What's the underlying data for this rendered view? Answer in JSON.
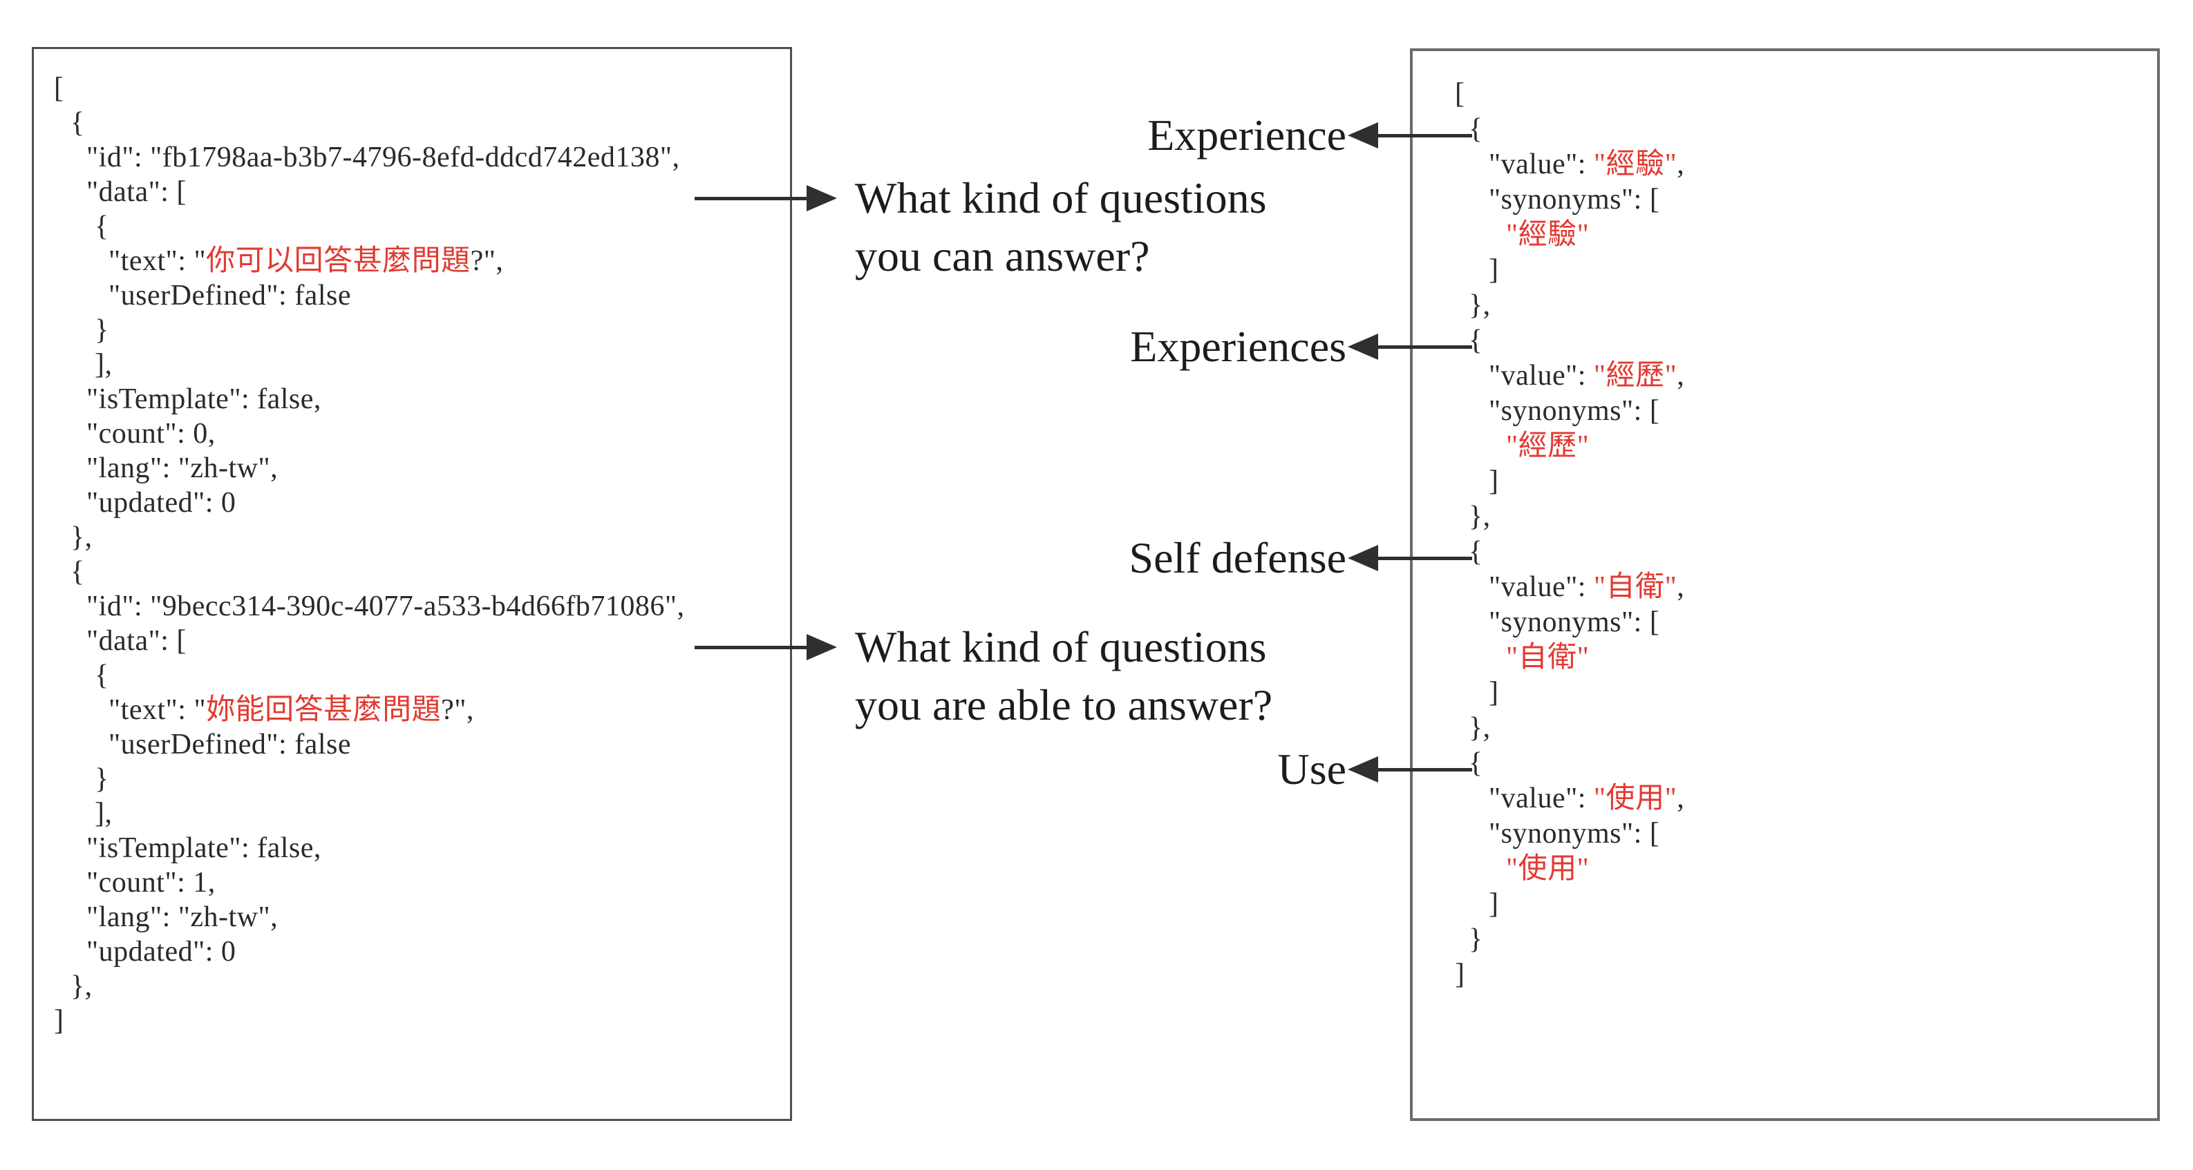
{
  "figure": {
    "description": "Two JSON code panels with English annotation arrows",
    "panels": [
      "chatbot-question-intents-json",
      "entity-synonyms-json"
    ]
  },
  "colors": {
    "red_text": "#e23a31",
    "code_text": "#2a2a2a",
    "label_text": "#1c1c1c",
    "arrow": "#2f2f2f",
    "border_left_box": "#4f4f4f",
    "border_right_box": "#6b6b6b"
  },
  "left_panel": {
    "lines": [
      {
        "level": 0,
        "parts": [
          {
            "t": "["
          }
        ]
      },
      {
        "level": 1,
        "parts": [
          {
            "t": "{"
          }
        ]
      },
      {
        "level": 2,
        "parts": [
          {
            "t": "\"id\": \"fb1798aa-b3b7-4796-8efd-ddcd742ed138\","
          }
        ]
      },
      {
        "level": 2,
        "parts": [
          {
            "t": "\"data\": ["
          }
        ]
      },
      {
        "level": 3,
        "parts": [
          {
            "t": "{"
          }
        ]
      },
      {
        "level": 4,
        "parts": [
          {
            "t": "\"text\": \""
          },
          {
            "t": "你可以回答甚麼問題",
            "red": true
          },
          {
            "t": "?\","
          }
        ]
      },
      {
        "level": 4,
        "parts": [
          {
            "t": "\"userDefined\": false"
          }
        ]
      },
      {
        "level": 3,
        "parts": [
          {
            "t": "}"
          }
        ]
      },
      {
        "level": 3,
        "parts": [
          {
            "t": "],"
          }
        ]
      },
      {
        "level": 2,
        "parts": [
          {
            "t": "\"isTemplate\": false,"
          }
        ]
      },
      {
        "level": 2,
        "parts": [
          {
            "t": "\"count\": 0,"
          }
        ]
      },
      {
        "level": 2,
        "parts": [
          {
            "t": "\"lang\": \"zh-tw\","
          }
        ]
      },
      {
        "level": 2,
        "parts": [
          {
            "t": "\"updated\": 0"
          }
        ]
      },
      {
        "level": 1,
        "parts": [
          {
            "t": "},"
          }
        ]
      },
      {
        "level": 1,
        "parts": [
          {
            "t": "{"
          }
        ]
      },
      {
        "level": 2,
        "parts": [
          {
            "t": "\"id\": \"9becc314-390c-4077-a533-b4d66fb71086\","
          }
        ]
      },
      {
        "level": 2,
        "parts": [
          {
            "t": "\"data\": ["
          }
        ]
      },
      {
        "level": 3,
        "parts": [
          {
            "t": "{"
          }
        ]
      },
      {
        "level": 4,
        "parts": [
          {
            "t": "\"text\": \""
          },
          {
            "t": "妳能回答甚麼問題",
            "red": true
          },
          {
            "t": "?\","
          }
        ]
      },
      {
        "level": 4,
        "parts": [
          {
            "t": "\"userDefined\": false"
          }
        ]
      },
      {
        "level": 3,
        "parts": [
          {
            "t": "}"
          }
        ]
      },
      {
        "level": 3,
        "parts": [
          {
            "t": "],"
          }
        ]
      },
      {
        "level": 2,
        "parts": [
          {
            "t": "\"isTemplate\": false,"
          }
        ]
      },
      {
        "level": 2,
        "parts": [
          {
            "t": "\"count\": 1,"
          }
        ]
      },
      {
        "level": 2,
        "parts": [
          {
            "t": "\"lang\": \"zh-tw\","
          }
        ]
      },
      {
        "level": 2,
        "parts": [
          {
            "t": "\"updated\": 0"
          }
        ]
      },
      {
        "level": 1,
        "parts": [
          {
            "t": "},"
          }
        ]
      },
      {
        "level": 0,
        "parts": [
          {
            "t": "]"
          }
        ]
      }
    ]
  },
  "right_panel": {
    "lines": [
      {
        "level": 0,
        "parts": [
          {
            "t": "["
          }
        ]
      },
      {
        "level": 1,
        "parts": [
          {
            "t": "{"
          }
        ]
      },
      {
        "level": 2,
        "parts": [
          {
            "t": "\"value\": "
          },
          {
            "t": "\"經驗\"",
            "red": true
          },
          {
            "t": ","
          }
        ]
      },
      {
        "level": 2,
        "parts": [
          {
            "t": "\"synonyms\": ["
          }
        ]
      },
      {
        "level": 3,
        "parts": [
          {
            "t": "\"經驗\"",
            "red": true
          }
        ]
      },
      {
        "level": 2,
        "parts": [
          {
            "t": "]"
          }
        ]
      },
      {
        "level": 1,
        "parts": [
          {
            "t": "},"
          }
        ]
      },
      {
        "level": 1,
        "parts": [
          {
            "t": "{"
          }
        ]
      },
      {
        "level": 2,
        "parts": [
          {
            "t": "\"value\": "
          },
          {
            "t": "\"經歷\"",
            "red": true
          },
          {
            "t": ","
          }
        ]
      },
      {
        "level": 2,
        "parts": [
          {
            "t": "\"synonyms\": ["
          }
        ]
      },
      {
        "level": 3,
        "parts": [
          {
            "t": "\"經歷\"",
            "red": true
          }
        ]
      },
      {
        "level": 2,
        "parts": [
          {
            "t": "]"
          }
        ]
      },
      {
        "level": 1,
        "parts": [
          {
            "t": "},"
          }
        ]
      },
      {
        "level": 1,
        "parts": [
          {
            "t": "{"
          }
        ]
      },
      {
        "level": 2,
        "parts": [
          {
            "t": "\"value\": "
          },
          {
            "t": "\"自衛\"",
            "red": true
          },
          {
            "t": ","
          }
        ]
      },
      {
        "level": 2,
        "parts": [
          {
            "t": "\"synonyms\": ["
          }
        ]
      },
      {
        "level": 3,
        "parts": [
          {
            "t": "\"自衛\"",
            "red": true
          }
        ]
      },
      {
        "level": 2,
        "parts": [
          {
            "t": "]"
          }
        ]
      },
      {
        "level": 1,
        "parts": [
          {
            "t": "},"
          }
        ]
      },
      {
        "level": 1,
        "parts": [
          {
            "t": "{"
          }
        ]
      },
      {
        "level": 2,
        "parts": [
          {
            "t": "\"value\": "
          },
          {
            "t": "\"使用\"",
            "red": true
          },
          {
            "t": ","
          }
        ]
      },
      {
        "level": 2,
        "parts": [
          {
            "t": "\"synonyms\": ["
          }
        ]
      },
      {
        "level": 3,
        "parts": [
          {
            "t": "\"使用\"",
            "red": true
          }
        ]
      },
      {
        "level": 2,
        "parts": [
          {
            "t": "]"
          }
        ]
      },
      {
        "level": 1,
        "parts": [
          {
            "t": "}"
          }
        ]
      },
      {
        "level": 0,
        "parts": [
          {
            "t": "]"
          }
        ]
      }
    ]
  },
  "annotations": {
    "question1": {
      "line1": "What kind of questions",
      "line2": "you can answer?"
    },
    "question2": {
      "line1": "What kind of questions",
      "line2": "you are able to answer?"
    },
    "labels": [
      {
        "text": "Experience"
      },
      {
        "text": "Experiences"
      },
      {
        "text": "Self defense"
      },
      {
        "text": "Use"
      }
    ]
  }
}
